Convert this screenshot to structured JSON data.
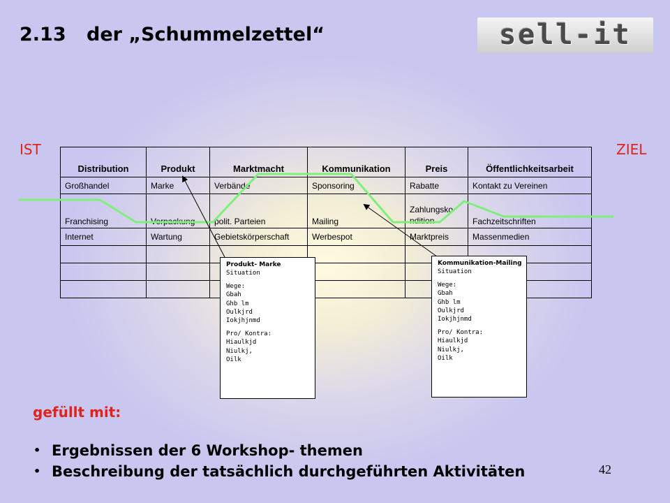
{
  "slide": {
    "number": "2.13",
    "title": "der „Schummelzettel“",
    "logo_text": "sell-it",
    "left_label": "IST",
    "right_label": "ZIEL",
    "page_number": "42"
  },
  "table": {
    "headers": [
      "Distribution",
      "Produkt",
      "Marktmacht",
      "Kommunikation",
      "Preis",
      "Öffentlichkeitsarbeit"
    ],
    "rows": [
      [
        "Großhandel",
        "Marke",
        "Verbände",
        "Sponsoring",
        "Rabatte",
        "Kontakt zu Vereinen"
      ],
      [
        "Franchising",
        "Verpackung",
        "polit. Parteien",
        "Mailing",
        "Zahlungsko\nndition",
        "Fachzeitschriften"
      ],
      [
        "Internet",
        "Wartung",
        "Gebietskörperschaft",
        "Werbespot",
        "Marktpreis",
        "Massenmedien"
      ]
    ],
    "empty_rows": 3
  },
  "notes": [
    {
      "title": "Produkt- Marke",
      "lines": [
        "Situation",
        "",
        "Wege:",
        "Gbah",
        "Ghb lm",
        "Oulkjrd",
        "Iokjhjnmd",
        "",
        "Pro/ Kontra:",
        "Hiaulkjd",
        "Niulkj,",
        "Oilk"
      ]
    },
    {
      "title": "Kommunikation-Mailing",
      "lines": [
        "Situation",
        "",
        "Wege:",
        "Gbah",
        "Ghb lm",
        "Oulkjrd",
        "Iokjhjnmd",
        "",
        "Pro/ Kontra:",
        "Hiaulkjd",
        "Niulkj,",
        "Oilk"
      ]
    }
  ],
  "footer": {
    "heading": "gefüllt mit:",
    "bullets": [
      "Ergebnissen der 6 Workshop- themen",
      "Beschreibung der tatsächlich durchgeführten Aktivitäten"
    ]
  },
  "colors": {
    "accent_red": "#e0241b",
    "path_green": "#7ef07a",
    "background": "#c9c6f0"
  }
}
